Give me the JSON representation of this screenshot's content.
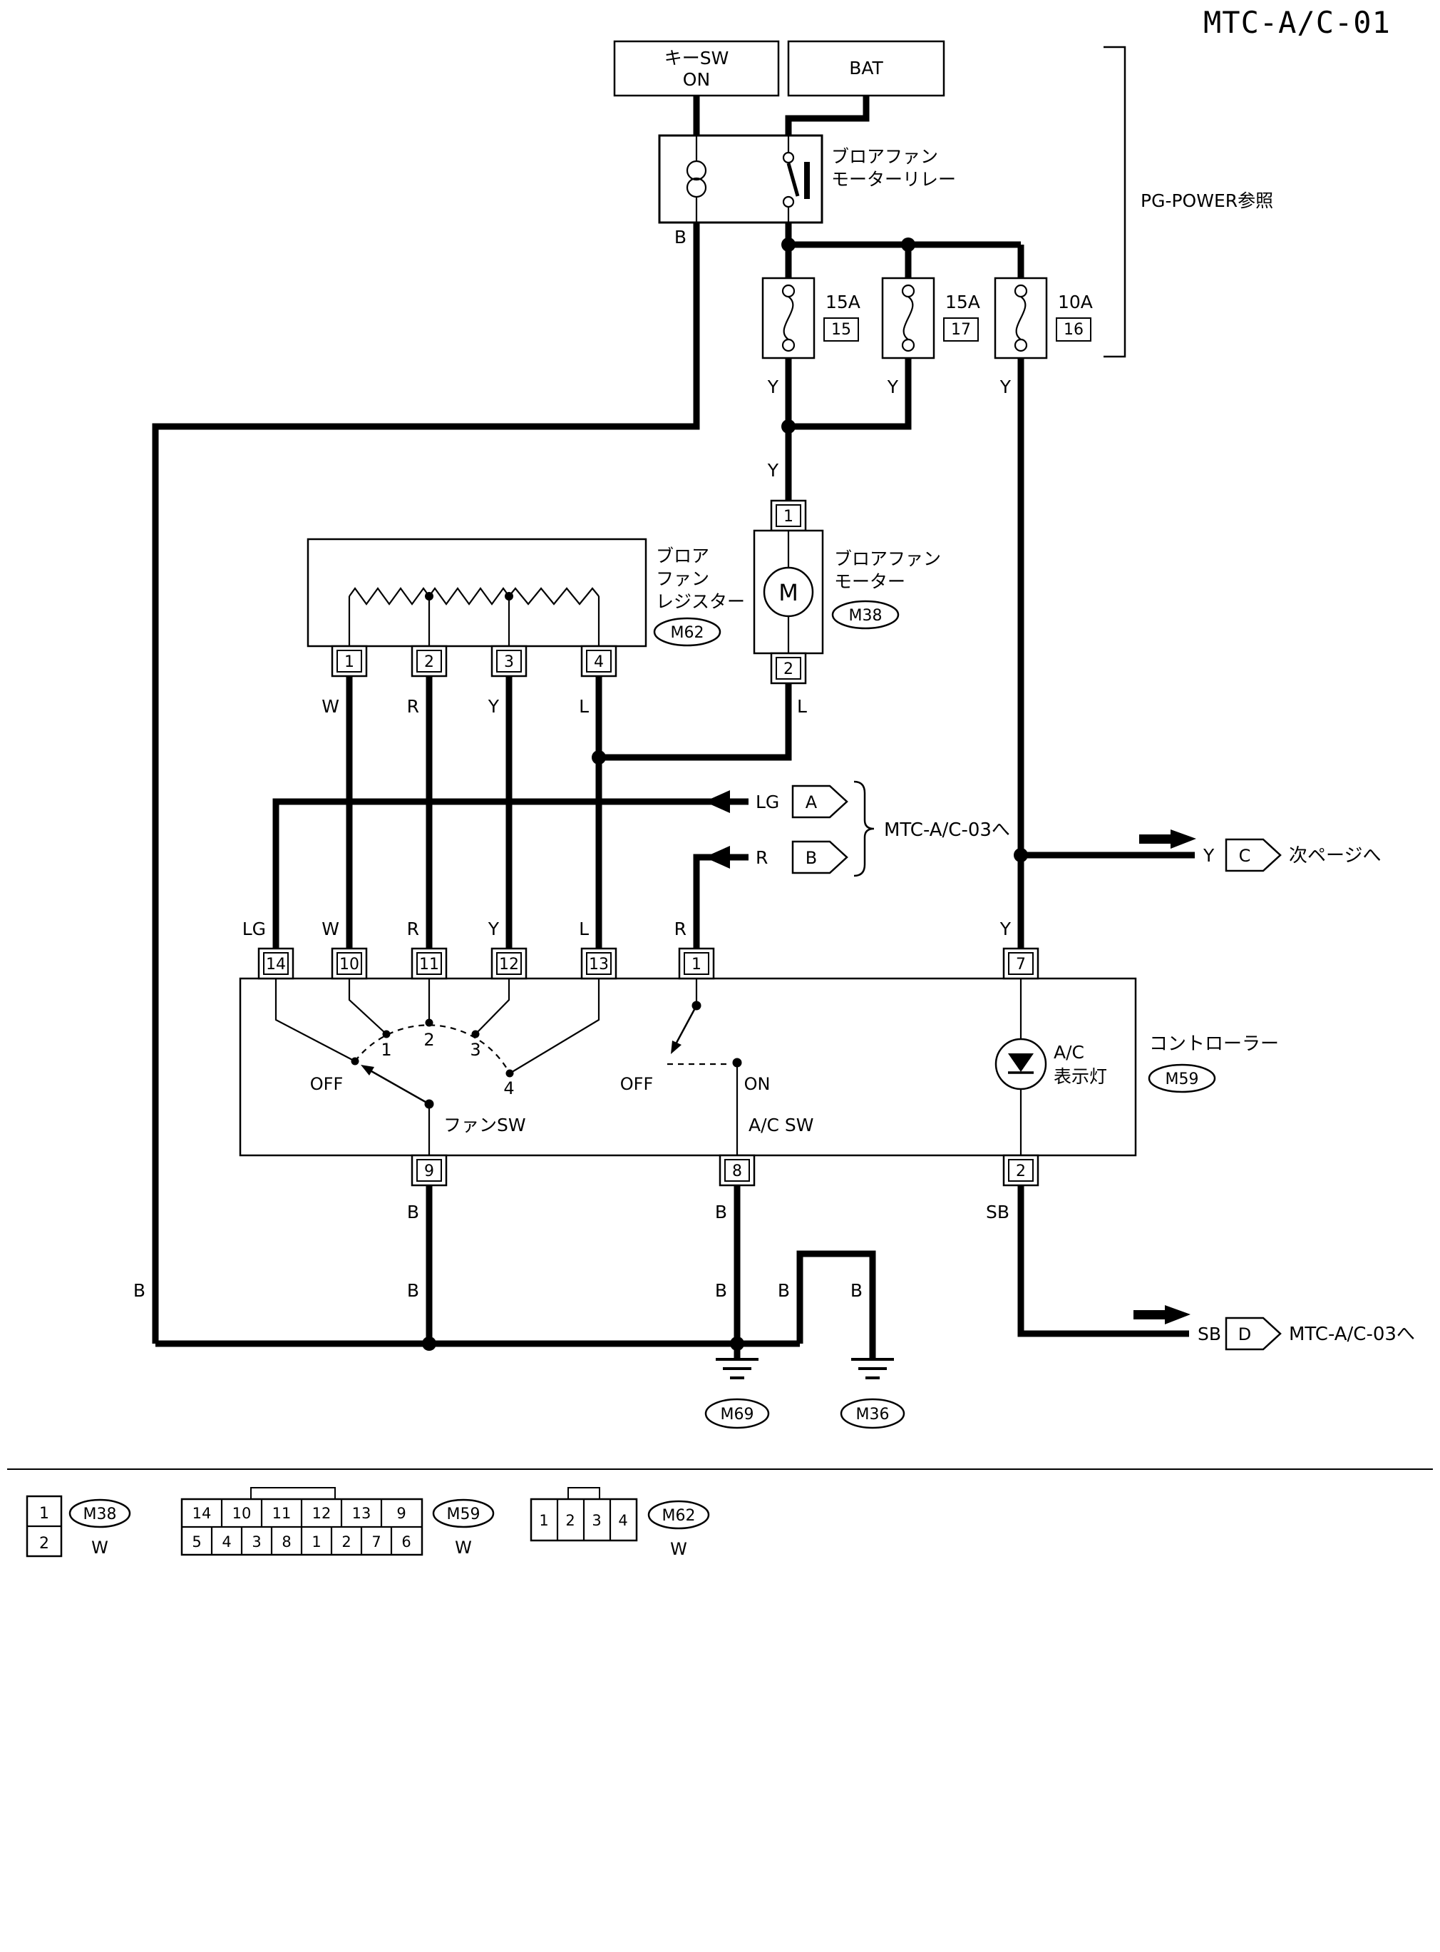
{
  "title": "MTC-A/C-01",
  "power": {
    "key_sw_line1": "キーSW",
    "key_sw_line2": "ON",
    "bat": "BAT",
    "pg_ref": "PG-POWER参照"
  },
  "relay": {
    "label1": "ブロアファン",
    "label2": "モーターリレー"
  },
  "fuses": [
    {
      "rating": "15A",
      "num": "15"
    },
    {
      "rating": "15A",
      "num": "17"
    },
    {
      "rating": "10A",
      "num": "16"
    }
  ],
  "wire_colors": {
    "b": "B",
    "y": "Y",
    "w": "W",
    "r": "R",
    "l": "L",
    "lg": "LG",
    "sb": "SB"
  },
  "motor": {
    "pin_top": "1",
    "pin_bottom": "2",
    "symbol": "M",
    "label1": "ブロアファン",
    "label2": "モーター",
    "code": "M38"
  },
  "resistor": {
    "label1": "ブロア",
    "label2": "ファン",
    "label3": "レジスター",
    "code": "M62",
    "pins": [
      "1",
      "2",
      "3",
      "4"
    ]
  },
  "branch": {
    "a": "A",
    "b": "B",
    "c": "C",
    "d": "D",
    "to_ac03": "MTC-A/C-03へ",
    "to_next_page": "次ページへ",
    "to_ac03_d": "MTC-A/C-03へ"
  },
  "controller": {
    "top_pins": [
      "14",
      "10",
      "11",
      "12",
      "13",
      "1",
      "7"
    ],
    "bottom_pins": [
      "9",
      "8",
      "2"
    ],
    "fan_sw": {
      "label": "ファンSW",
      "off": "OFF",
      "p1": "1",
      "p2": "2",
      "p3": "3",
      "p4": "4"
    },
    "ac_sw": {
      "label": "A/C SW",
      "off": "OFF",
      "on": "ON"
    },
    "indicator": {
      "label1": "A/C",
      "label2": "表示灯"
    },
    "name": "コントローラー",
    "code": "M59"
  },
  "grounds": {
    "g1": "M69",
    "g2": "M36"
  },
  "footer": {
    "m38": {
      "cells": [
        "1",
        "2"
      ],
      "code": "M38",
      "color": "W"
    },
    "m59": {
      "row1": [
        "14",
        "10",
        "11",
        "12",
        "13",
        "9"
      ],
      "row2": [
        "5",
        "4",
        "3",
        "8",
        "1",
        "2",
        "7",
        "6"
      ],
      "code": "M59",
      "color": "W"
    },
    "m62": {
      "cells": [
        "1",
        "2",
        "3",
        "4"
      ],
      "code": "M62",
      "color": "W"
    }
  }
}
